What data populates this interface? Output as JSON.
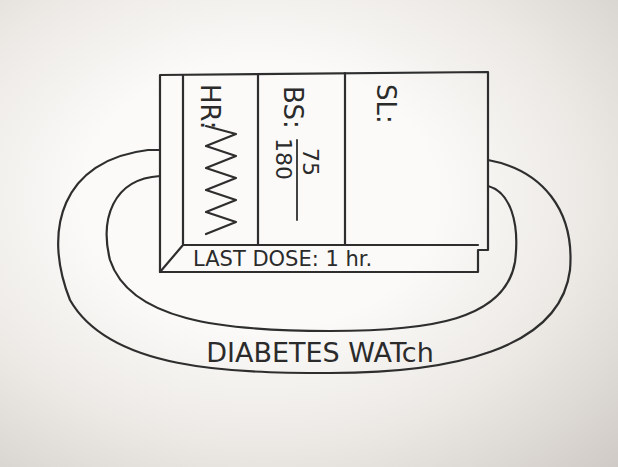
{
  "diagram": {
    "nodes": [
      {
        "text": [
          "HR:"
        ]
      },
      {
        "text": [
          "BS:",
          "75",
          "180"
        ]
      },
      {
        "text": [
          "SL:"
        ]
      },
      {
        "text": [
          "LAST DOSE: 1 hr."
        ]
      },
      {
        "text": [
          "DIABETES WATch"
        ]
      }
    ]
  }
}
